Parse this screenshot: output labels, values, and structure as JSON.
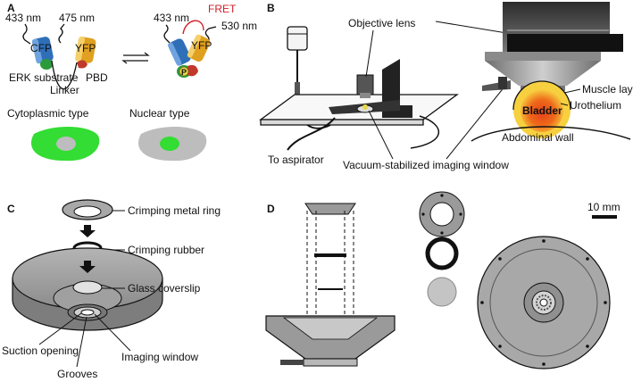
{
  "panels": {
    "a": {
      "letter": "A",
      "wl_433": "433 nm",
      "wl_475": "475 nm",
      "wl_433b": "433 nm",
      "wl_530": "530 nm",
      "fret": "FRET",
      "cfp": "CFP",
      "yfp": "YFP",
      "yfp_b": "YFP",
      "erk_substrate": "ERK substrate",
      "pbd": "PBD",
      "linker": "Linker",
      "phospho": "P",
      "cyto_type": "Cytoplasmic type",
      "nuclear_type": "Nuclear type"
    },
    "b": {
      "letter": "B",
      "objective_lens": "Objective lens",
      "muscle_layer": "Muscle layer",
      "urothelium": "Urothelium",
      "bladder": "Bladder",
      "abdominal_wall": "Abdominal wall",
      "to_aspirator": "To aspirator",
      "vacuum_window": "Vacuum-stabilized imaging window"
    },
    "c": {
      "letter": "C",
      "crimping_ring": "Crimping metal ring",
      "crimping_rubber": "Crimping rubber",
      "glass_coverslip": "Glass coverslip",
      "suction_opening": "Suction opening",
      "imaging_window": "Imaging window",
      "grooves": "Grooves"
    },
    "d": {
      "letter": "D",
      "scale_bar": "10 mm"
    }
  },
  "colors": {
    "cfp": "#2f6fb8",
    "yfp": "#e0a020",
    "substrate_green": "#2a9a3a",
    "pbd_red": "#c0392b",
    "fret_red": "#d0202a",
    "cell_green": "#33dd33",
    "cell_gray": "#bdbdbd",
    "metal_gray": "#9a9a9a",
    "bladder_core": "#e8401a",
    "bladder_glow": "#f7d040"
  }
}
